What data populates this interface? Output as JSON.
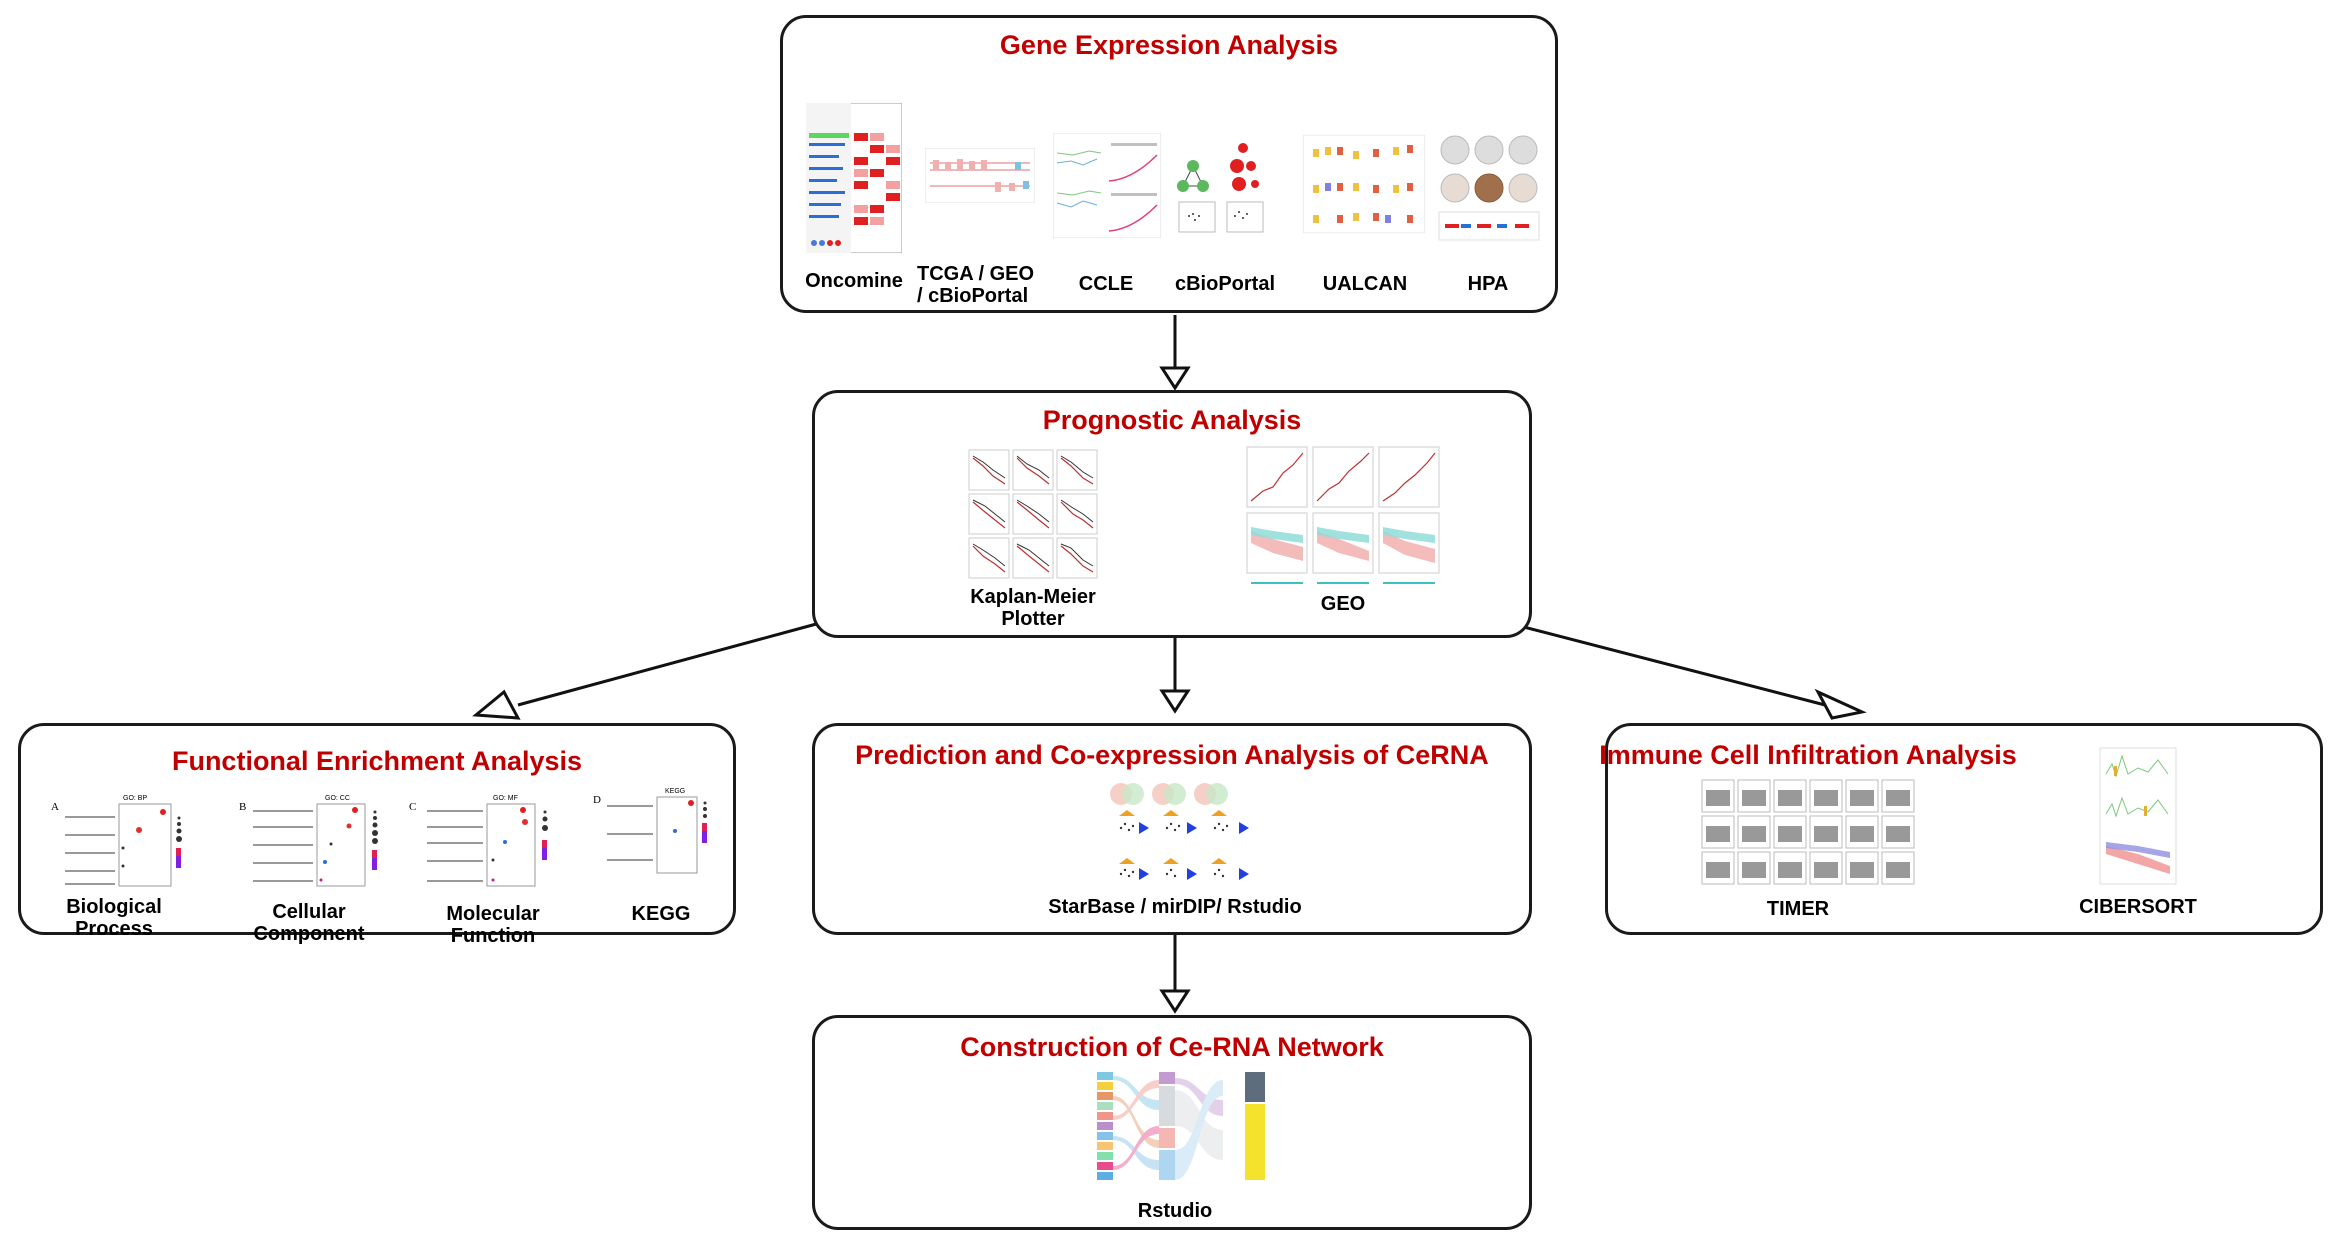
{
  "boxes": {
    "gene": {
      "title": "Gene Expression Analysis",
      "tools": [
        "Oncomine",
        "TCGA / GEO / cBioPortal",
        "CCLE",
        "cBioPortal",
        "UALCAN",
        "HPA"
      ]
    },
    "prognostic": {
      "title": "Prognostic Analysis",
      "tools": [
        "Kaplan-Meier Plotter",
        "GEO"
      ]
    },
    "functional": {
      "title": "Functional Enrichment Analysis",
      "tools": [
        "Biological Process",
        "Cellular Component",
        "Molecular Function",
        "KEGG"
      ],
      "panel_letters": [
        "A",
        "B",
        "C",
        "D"
      ],
      "panel_titles": [
        "GO: BP",
        "GO: CC",
        "GO: MF",
        "KEGG"
      ]
    },
    "cerna_prediction": {
      "title": "Prediction and Co-expression Analysis of CeRNA",
      "tools": [
        "StarBase / mirDIP/ Rstudio"
      ]
    },
    "immune": {
      "title": "Immune Cell Infiltration Analysis",
      "tools": [
        "TIMER",
        "CIBERSORT"
      ]
    },
    "network": {
      "title": "Construction of Ce-RNA Network",
      "tools": [
        "Rstudio"
      ]
    }
  },
  "colors": {
    "title": "#c00000",
    "border": "#1a1a1a",
    "accent_red": "#e02020",
    "accent_blue": "#2a6fd6",
    "accent_teal": "#3cc0c0"
  }
}
